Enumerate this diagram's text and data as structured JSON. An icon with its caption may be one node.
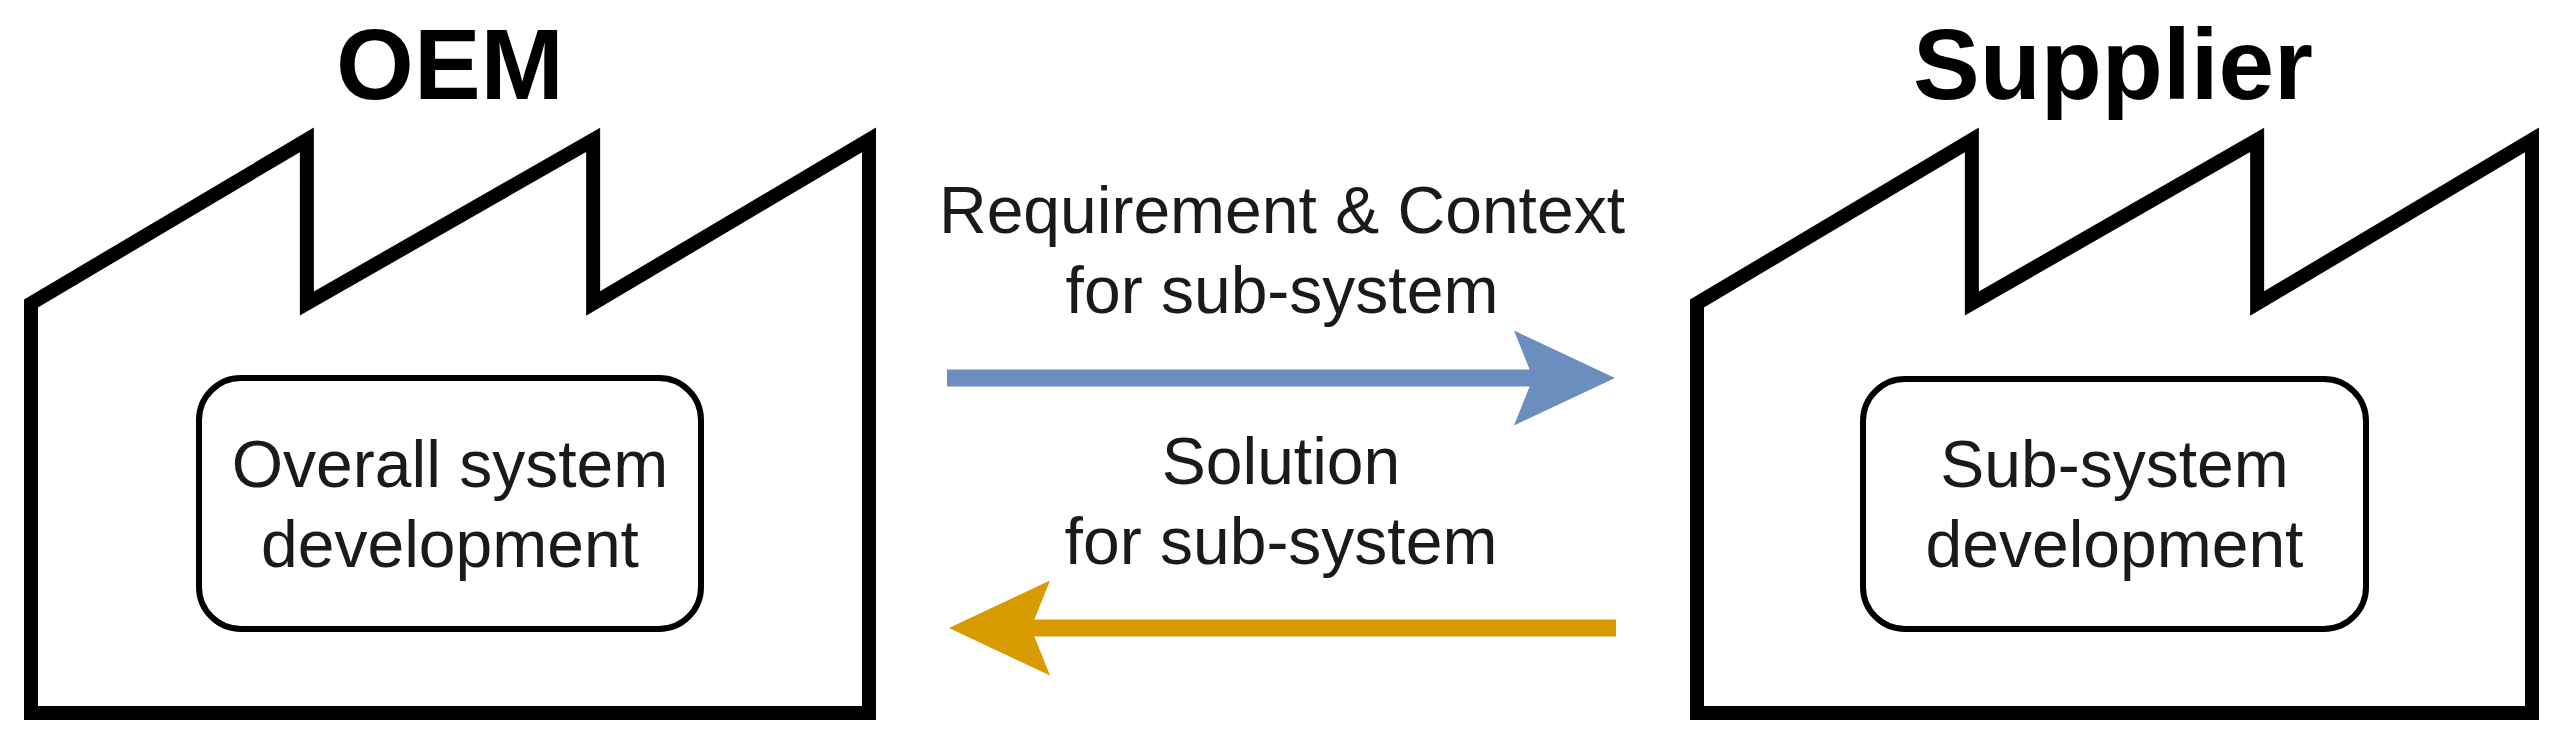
{
  "diagram": {
    "nodes": [
      {
        "text": [
          "OEM"
        ]
      },
      {
        "text": [
          "Overall system development"
        ],
        "in": 0
      },
      {
        "text": [
          "Supplier"
        ]
      },
      {
        "text": [
          "Sub-system development"
        ],
        "in": 2
      }
    ],
    "edges": [
      {
        "from": 0,
        "to": 2,
        "arrow": "to",
        "label": "Requirement & Context for sub-system",
        "color": "#6c8ebf"
      },
      {
        "from": 2,
        "to": 0,
        "arrow": "to",
        "label": "Solution for sub-system",
        "color": "#d79b00"
      }
    ]
  }
}
